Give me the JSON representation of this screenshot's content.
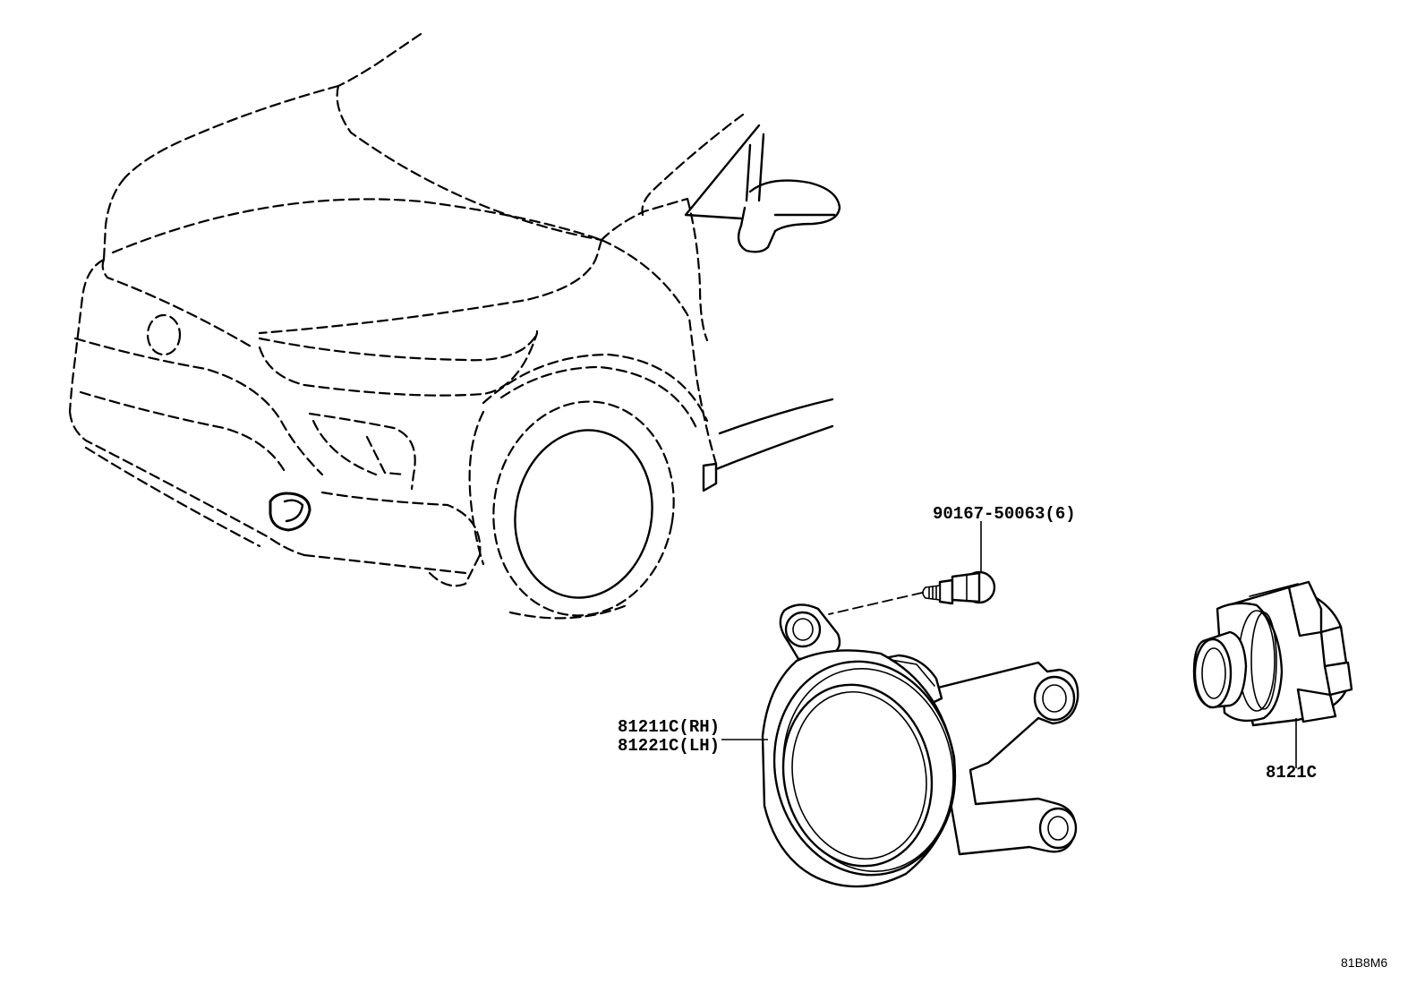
{
  "labels": {
    "bolt": "90167-50063(6)",
    "fog_lamp_rh": "81211C(RH)",
    "fog_lamp_lh": "81221C(LH)",
    "socket": "8121C"
  },
  "figure_code": "81B8M6"
}
